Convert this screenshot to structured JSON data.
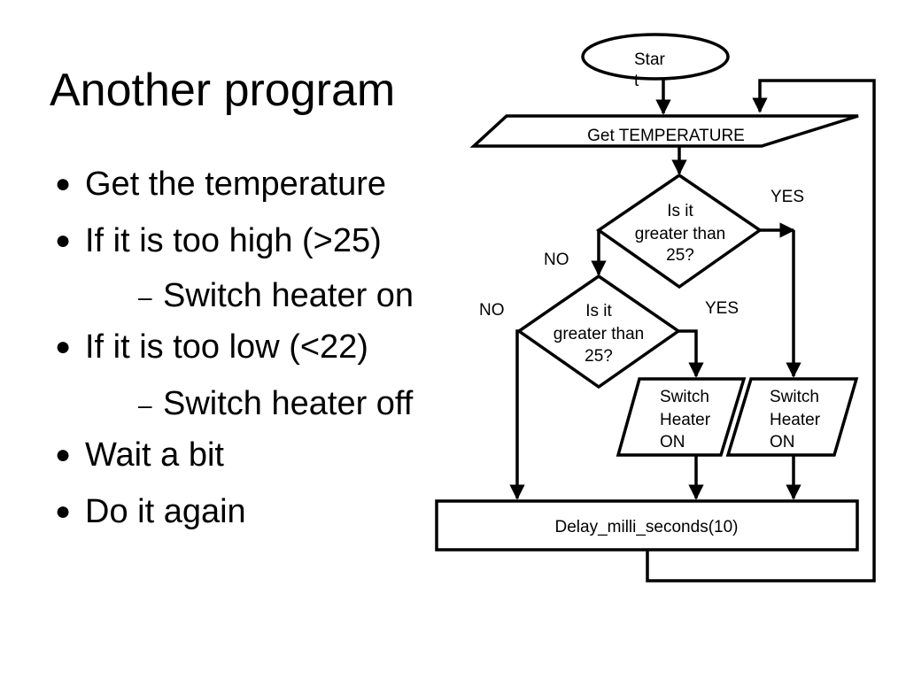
{
  "slide": {
    "title": "Another program",
    "bullets": [
      "Get the temperature",
      "If it is too high (>25)",
      "Switch heater on",
      "If it is too low (<22)",
      "Switch heater off",
      "Wait a bit",
      "Do it again"
    ]
  },
  "flowchart": {
    "start_line1": "Star",
    "start_line2": "t",
    "input": "Get TEMPERATURE",
    "decision1": {
      "line1": "Is it",
      "line2": "greater than",
      "line3": "25?"
    },
    "decision2": {
      "line1": "Is it",
      "line2": "greater than",
      "line3": "25?"
    },
    "yes1": "YES",
    "no1": "NO",
    "yes2": "YES",
    "no2": "NO",
    "output_left": {
      "line1": "Switch",
      "line2": "Heater",
      "line3": "ON"
    },
    "output_right": {
      "line1": "Switch",
      "line2": "Heater",
      "line3": "ON"
    },
    "delay": "Delay_milli_seconds(10)"
  }
}
